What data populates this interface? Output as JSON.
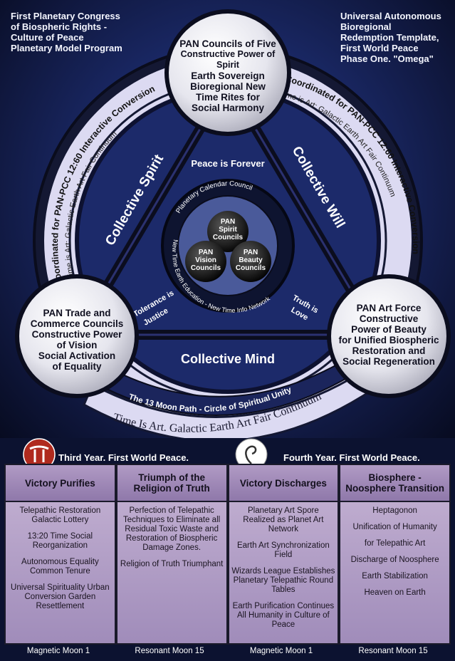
{
  "header": {
    "left": [
      "First Planetary Congress",
      "of Biospheric Rights -",
      "Culture of Peace",
      "Planetary Model Program"
    ],
    "right": [
      "Universal Autonomous",
      "Bioregional",
      "Redemption Template,",
      "First World Peace",
      "Phase One. \"Omega\""
    ]
  },
  "councils": {
    "top": [
      "PAN Councils of Five",
      "Constructive Power of Spirit",
      "Earth Sovereign",
      "Bioregional New",
      "Time Rites for",
      "Social Harmony"
    ],
    "left": [
      "PAN Trade and",
      "Commerce Councils",
      "Constructive Power",
      "of Vision",
      "Social Activation",
      "of Equality"
    ],
    "right": [
      "PAN Art Force",
      "Constructive",
      "Power of Beauty",
      "for Unified Biospheric",
      "Restoration and",
      "Social Regeneration"
    ]
  },
  "ring": {
    "left_arc": "Coordinated for PAN-PCC 12:60 Interactive Conversion",
    "left_arc_sub": "Time is Art: Galactic Earth Art Fair Continuum",
    "right_arc": "Coordinated for PAN-PCC 12:60 Interactive Conversion",
    "right_arc_sub": "Time is Art: Galactic Earth Art Fair Continuum",
    "bottom_inner": "The 13 Moon Path - Circle of Spiritual Unity",
    "bottom_outer": "Time Is Art. Galactic Earth Art Fair Continuum"
  },
  "triangle": {
    "left_side": "Collective Spirit",
    "right_side": "Collective Will",
    "bottom_side": "Collective Mind",
    "peace": "Peace is Forever",
    "left_corner": [
      "Tolerance is",
      "Justice"
    ],
    "right_corner": [
      "Truth is",
      "Love"
    ]
  },
  "inner": {
    "top_arc": "Planetary Calendar Council",
    "bottom_arc": "New Time Earth Education - New Time Info Network",
    "spirit": [
      "PAN",
      "Spirit",
      "Councils"
    ],
    "vision": [
      "PAN",
      "Vision",
      "Councils"
    ],
    "beauty": [
      "PAN",
      "Beauty",
      "Councils"
    ]
  },
  "years": {
    "third": "Third Year. First World Peace.",
    "fourth": "Fourth Year. First World Peace."
  },
  "columns": [
    {
      "title": "Victory Purifies",
      "items": [
        "Telepathic Restoration Galactic Lottery",
        "13:20 Time Social Reorganization",
        "Autonomous Equality Common Tenure",
        "Universal Spirituality Urban Conversion Garden Resettlement"
      ],
      "footer": "Magnetic Moon 1"
    },
    {
      "title": "Triumph of the Religion of Truth",
      "items": [
        "Perfection of Telepathic Techniques to Eliminate all Residual Toxic Waste and Restoration of Biospheric Damage Zones.",
        "Religion of Truth Triumphant"
      ],
      "footer": "Resonant Moon 15"
    },
    {
      "title": "Victory Discharges",
      "items": [
        "Planetary Art Spore Realized as Planet Art Network",
        "Earth Art Synchronization Field",
        "Wizards League Establishes Planetary Telepathic Round Tables",
        "Earth Purification Continues All Humanity in Culture of Peace"
      ],
      "footer": "Magnetic Moon 1"
    },
    {
      "title": "Biosphere - Noosphere Transition",
      "items": [
        "Heptagonon",
        "Unification of Humanity",
        "for Telepathic Art",
        "Discharge of Noosphere",
        "Earth Stabilization",
        "Heaven on Earth"
      ],
      "footer": "Resonant Moon 15"
    }
  ],
  "colors": {
    "ring_light": "#dcdaf2",
    "ring_dark": "#141833",
    "panel": "#b8a4ca",
    "symbol_red": "#b02a1e"
  },
  "icons": [
    "red-rune-symbol-icon",
    "white-spiral-symbol-icon"
  ]
}
